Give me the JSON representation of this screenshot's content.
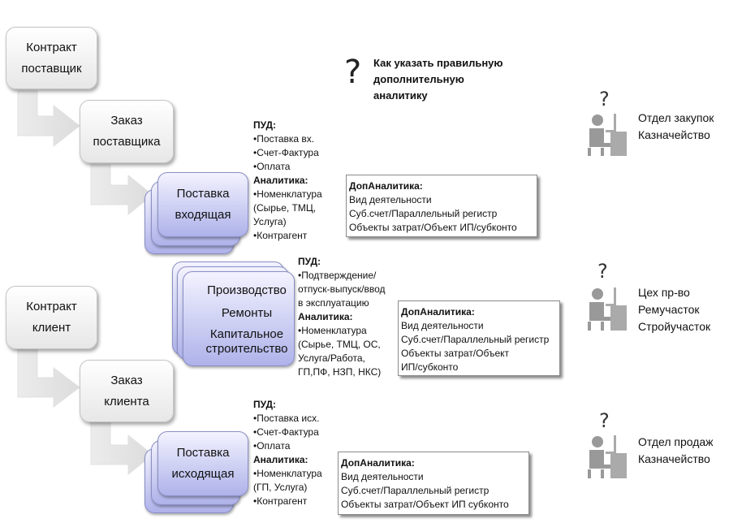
{
  "question": {
    "icon": "question-mark-icon",
    "mark": "?",
    "text": [
      "Как указать правильную",
      "дополнительную",
      "аналитику"
    ]
  },
  "nodes": {
    "contract_supplier": [
      "Контракт",
      "поставщик"
    ],
    "order_supplier": [
      "Заказ",
      "поставщика"
    ],
    "delivery_in": [
      "Поставка",
      "входящая"
    ],
    "production": [
      "Производство",
      "Ремонты",
      "Капитальное",
      "строительство"
    ],
    "contract_client": [
      "Контракт",
      "клиент"
    ],
    "order_client": [
      "Заказ",
      "клиента"
    ],
    "delivery_out": [
      "Поставка",
      "исходящая"
    ]
  },
  "details_in": {
    "pud_title": "ПУД:",
    "pud_items": [
      "•Поставка вх.",
      "•Счет-Фактура",
      "•Оплата"
    ],
    "analytics_title": "Аналитика:",
    "analytics_items": [
      "•Номенклатура",
      "(Сырье, ТМЦ,",
      "Услуга)",
      "•Контрагент"
    ]
  },
  "details_prod": {
    "pud_title": "ПУД:",
    "pud_items": [
      "•Подтверждение/",
      "отпуск-выпуск/ввод",
      "в эксплуатацию"
    ],
    "analytics_title": "Аналитика:",
    "analytics_items": [
      "•Номенклатура",
      "(Сырье, ТМЦ, ОС,",
      "Услуга/Работа,",
      "ГП,ПФ, НЗП, НКС)"
    ]
  },
  "details_out": {
    "pud_title": "ПУД:",
    "pud_items": [
      "•Поставка исх.",
      "•Счет-Фактура",
      "•Оплата"
    ],
    "analytics_title": "Аналитика:",
    "analytics_items": [
      "•Номенклатура",
      "(ГП,  Услуга)",
      "•Контрагент"
    ]
  },
  "dop_in": {
    "title": "ДопАналитика:",
    "lines": [
      "Вид деятельности",
      "Суб.счет/Параллельный регистр",
      "Объекты затрат/Объект ИП/субконто"
    ]
  },
  "dop_prod": {
    "title": "ДопАналитика:",
    "lines": [
      "Вид деятельности",
      "Суб.счет/Параллельный регистр",
      "Объекты затрат/Объект",
      "ИП/субконто"
    ]
  },
  "dop_out": {
    "title": "ДопАналитика:",
    "lines": [
      "Вид деятельности",
      "Суб.счет/Параллельный регистр",
      "Объекты затрат/Объект ИП субконто"
    ]
  },
  "departments": {
    "top": [
      "Отдел закупок",
      "Казначейство"
    ],
    "middle": [
      "Цех пр-во",
      "Ремучасток",
      "Стройучасток"
    ],
    "bottom": [
      "Отдел продаж",
      "Казначейство"
    ],
    "icon": "person-at-computer-icon",
    "mark": "?"
  }
}
